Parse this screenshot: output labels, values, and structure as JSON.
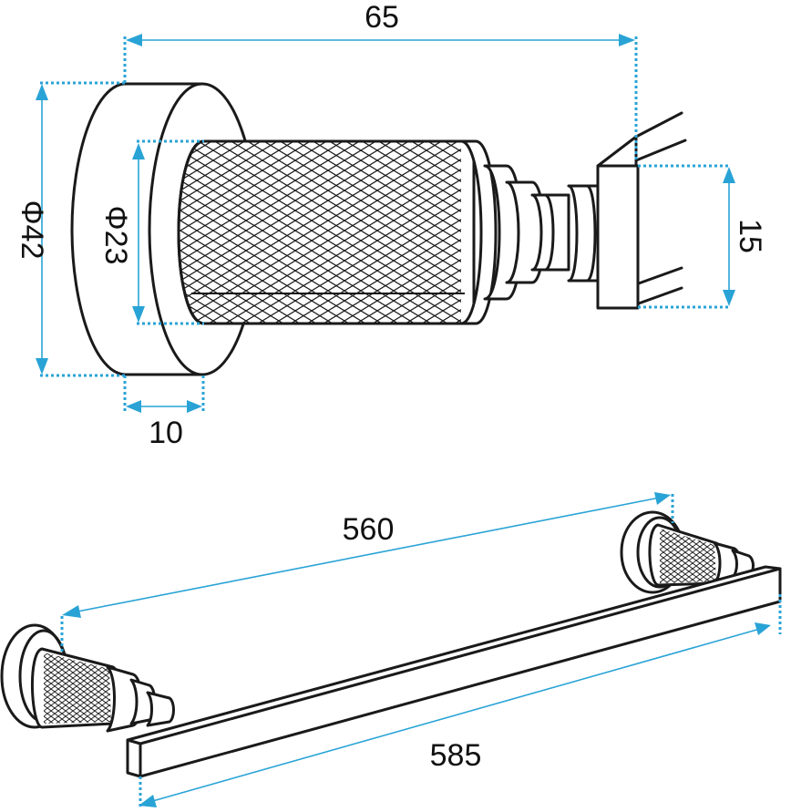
{
  "colors": {
    "dimension": "#29a3d6",
    "ink": "#1a1a1a",
    "background": "#ffffff"
  },
  "dimensions": {
    "overall_depth": "65",
    "base_diameter": "Φ42",
    "body_diameter": "Φ23",
    "base_thickness": "10",
    "bar_height": "15",
    "bar_inner_length": "560",
    "bar_overall_length": "585"
  }
}
